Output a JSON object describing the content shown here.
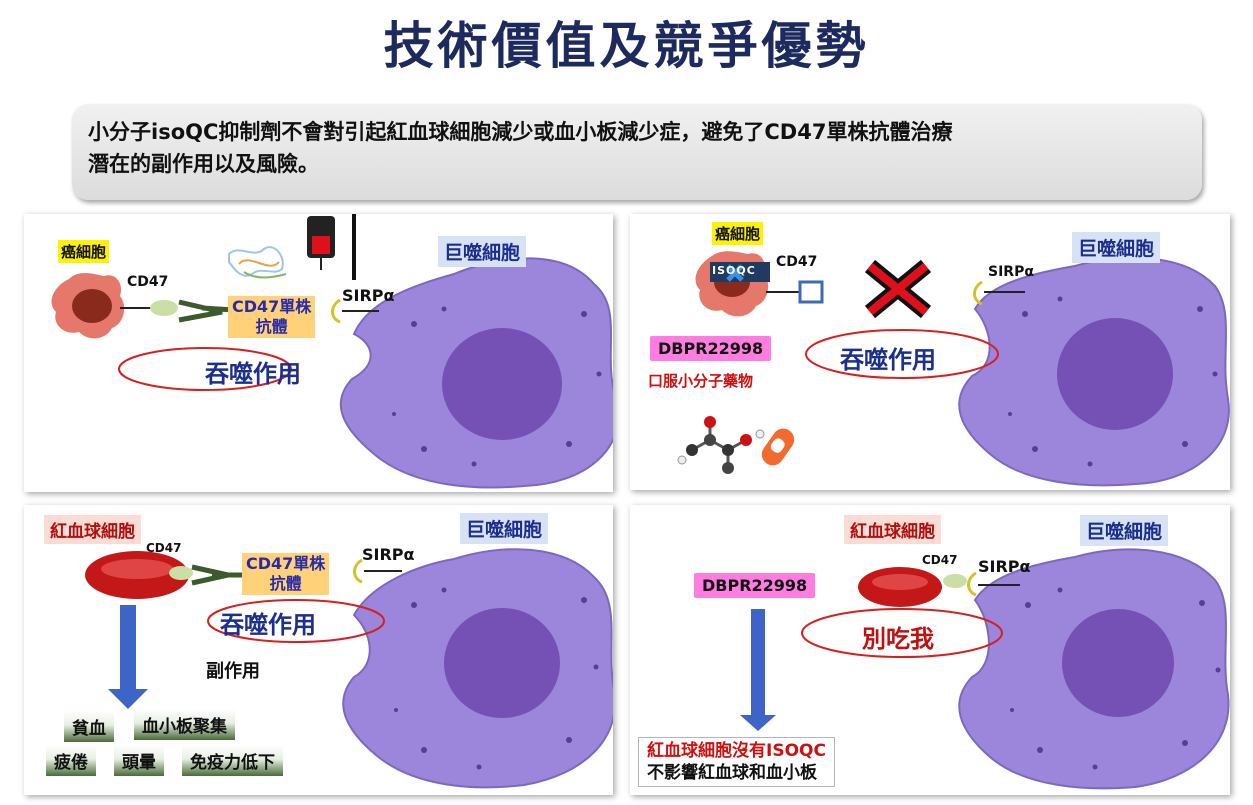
{
  "title": "技術價值及競爭優勢",
  "intro": {
    "line1": "小分子isoQC抑制劑不會對引起紅血球細胞減少或血小板減少症，避免了CD47單株抗體治療",
    "line2": "潛在的副作用以及風險。"
  },
  "panel1": {
    "cancer_cell": "癌細胞",
    "cd47": "CD47",
    "antibody": [
      "CD47單株",
      "抗體"
    ],
    "sirp": "SIRPα",
    "macrophage": "巨噬細胞",
    "phagocytosis": "吞噬作用"
  },
  "panel2": {
    "cancer_cell": "癌細胞",
    "isoqc": "ISOQC",
    "cd47": "CD47",
    "sirp": "SIRPα",
    "macrophage": "巨噬細胞",
    "drug": "DBPR22998",
    "drug_desc": "口服小分子藥物",
    "phagocytosis": "吞噬作用"
  },
  "panel3": {
    "rbc": "紅血球細胞",
    "cd47": "CD47",
    "antibody": [
      "CD47單株",
      "抗體"
    ],
    "sirp": "SIRPα",
    "macrophage": "巨噬細胞",
    "phagocytosis": "吞噬作用",
    "side_effect": "副作用",
    "effects": [
      "貧血",
      "血小板聚集",
      "疲倦",
      "頭暈",
      "免疫力低下"
    ]
  },
  "panel4": {
    "rbc": "紅血球細胞",
    "cd47": "CD47",
    "sirp": "SIRPα",
    "macrophage": "巨噬細胞",
    "drug": "DBPR22998",
    "dont_eat": "別吃我",
    "note": [
      "紅血球細胞沒有ISOQC",
      "不影響紅血球和血小板"
    ]
  },
  "colors": {
    "title": "#1c2a5e",
    "macrophage": "#9b86dc",
    "nucleus": "#7550b5",
    "cancer": "#e5786a",
    "rbc": "#c41818",
    "arrow": "#3e64c8",
    "ellipse": "#d62020"
  }
}
